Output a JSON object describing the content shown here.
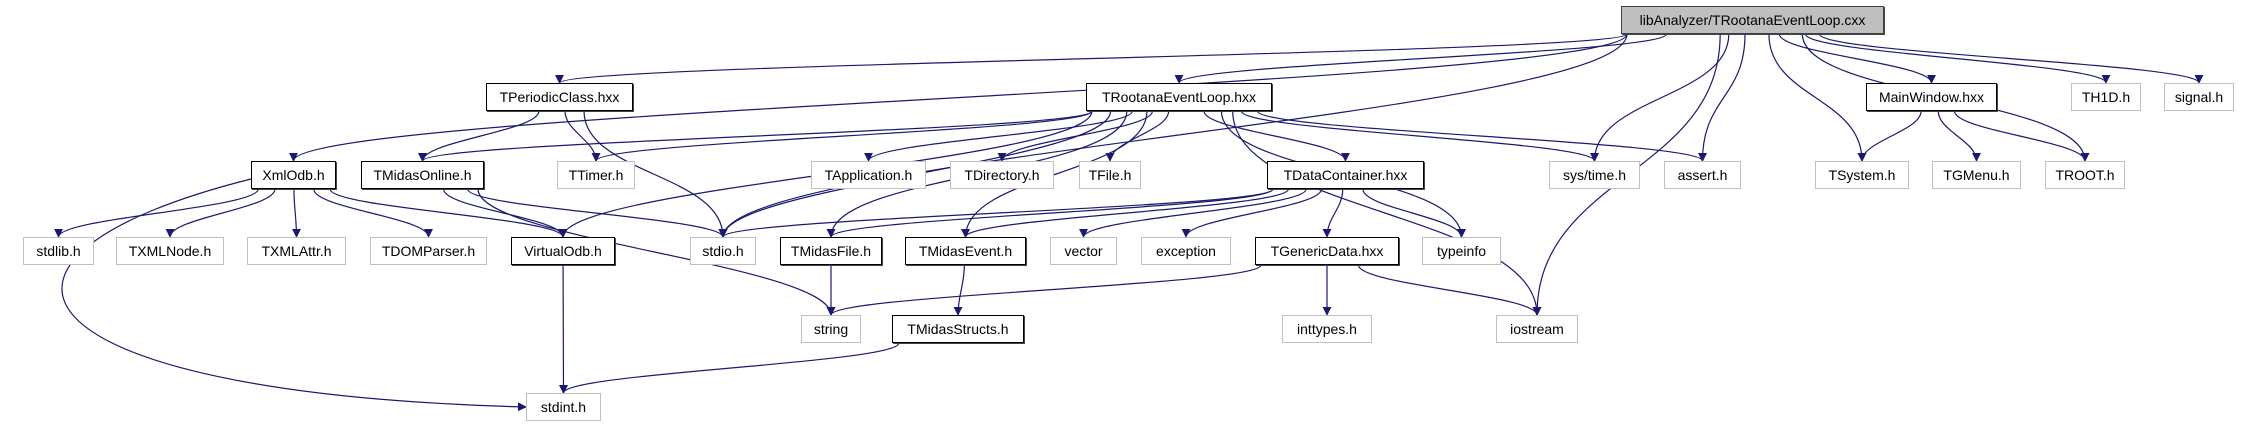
{
  "colors": {
    "edge": "#191970",
    "root_fill": "#bfbfbf",
    "doc_border": "#000000",
    "ext_border": "#bfbfbf"
  },
  "nodes": [
    {
      "id": "root",
      "label": "libAnalyzer/TRootanaEventLoop.cxx",
      "kind": "root"
    },
    {
      "id": "TPeriodicClass",
      "label": "TPeriodicClass.hxx",
      "kind": "doc"
    },
    {
      "id": "TRootanaEventLoop",
      "label": "TRootanaEventLoop.hxx",
      "kind": "doc"
    },
    {
      "id": "MainWindow",
      "label": "MainWindow.hxx",
      "kind": "doc"
    },
    {
      "id": "TH1D",
      "label": "TH1D.h",
      "kind": "ext"
    },
    {
      "id": "signal",
      "label": "signal.h",
      "kind": "ext"
    },
    {
      "id": "XmlOdb",
      "label": "XmlOdb.h",
      "kind": "doc"
    },
    {
      "id": "TMidasOnline",
      "label": "TMidasOnline.h",
      "kind": "doc"
    },
    {
      "id": "TTimer",
      "label": "TTimer.h",
      "kind": "ext"
    },
    {
      "id": "TApplication",
      "label": "TApplication.h",
      "kind": "ext"
    },
    {
      "id": "TDirectory",
      "label": "TDirectory.h",
      "kind": "ext"
    },
    {
      "id": "TFile",
      "label": "TFile.h",
      "kind": "ext"
    },
    {
      "id": "TDataContainer",
      "label": "TDataContainer.hxx",
      "kind": "doc"
    },
    {
      "id": "systime",
      "label": "sys/time.h",
      "kind": "ext"
    },
    {
      "id": "assert",
      "label": "assert.h",
      "kind": "ext"
    },
    {
      "id": "TSystem",
      "label": "TSystem.h",
      "kind": "ext"
    },
    {
      "id": "TGMenu",
      "label": "TGMenu.h",
      "kind": "ext"
    },
    {
      "id": "TROOT",
      "label": "TROOT.h",
      "kind": "ext"
    },
    {
      "id": "stdlib",
      "label": "stdlib.h",
      "kind": "ext"
    },
    {
      "id": "TXMLNode",
      "label": "TXMLNode.h",
      "kind": "ext"
    },
    {
      "id": "TXMLAttr",
      "label": "TXMLAttr.h",
      "kind": "ext"
    },
    {
      "id": "TDOMParser",
      "label": "TDOMParser.h",
      "kind": "ext"
    },
    {
      "id": "VirtualOdb",
      "label": "VirtualOdb.h",
      "kind": "doc"
    },
    {
      "id": "stdio",
      "label": "stdio.h",
      "kind": "ext"
    },
    {
      "id": "TMidasFile",
      "label": "TMidasFile.h",
      "kind": "doc"
    },
    {
      "id": "TMidasEvent",
      "label": "TMidasEvent.h",
      "kind": "doc"
    },
    {
      "id": "vector",
      "label": "vector",
      "kind": "ext"
    },
    {
      "id": "exception",
      "label": "exception",
      "kind": "ext"
    },
    {
      "id": "TGenericData",
      "label": "TGenericData.hxx",
      "kind": "doc"
    },
    {
      "id": "typeinfo",
      "label": "typeinfo",
      "kind": "ext"
    },
    {
      "id": "string",
      "label": "string",
      "kind": "ext"
    },
    {
      "id": "TMidasStructs",
      "label": "TMidasStructs.h",
      "kind": "doc"
    },
    {
      "id": "inttypes",
      "label": "inttypes.h",
      "kind": "ext"
    },
    {
      "id": "iostream",
      "label": "iostream",
      "kind": "ext"
    },
    {
      "id": "stdint",
      "label": "stdint.h",
      "kind": "ext"
    }
  ],
  "edges": [
    [
      "root",
      "XmlOdb"
    ],
    [
      "root",
      "TPeriodicClass"
    ],
    [
      "root",
      "stdio"
    ],
    [
      "root",
      "TRootanaEventLoop"
    ],
    [
      "root",
      "systime"
    ],
    [
      "root",
      "assert"
    ],
    [
      "root",
      "iostream"
    ],
    [
      "root",
      "TSystem"
    ],
    [
      "root",
      "MainWindow"
    ],
    [
      "root",
      "TROOT"
    ],
    [
      "root",
      "TH1D"
    ],
    [
      "root",
      "signal"
    ],
    [
      "TPeriodicClass",
      "TMidasOnline"
    ],
    [
      "TPeriodicClass",
      "TTimer"
    ],
    [
      "TPeriodicClass",
      "stdio"
    ],
    [
      "TRootanaEventLoop",
      "TMidasOnline"
    ],
    [
      "TRootanaEventLoop",
      "TTimer"
    ],
    [
      "TRootanaEventLoop",
      "VirtualOdb"
    ],
    [
      "TRootanaEventLoop",
      "stdio"
    ],
    [
      "TRootanaEventLoop",
      "TApplication"
    ],
    [
      "TRootanaEventLoop",
      "TDirectory"
    ],
    [
      "TRootanaEventLoop",
      "TFile"
    ],
    [
      "TRootanaEventLoop",
      "TDataContainer"
    ],
    [
      "TRootanaEventLoop",
      "TMidasFile"
    ],
    [
      "TRootanaEventLoop",
      "TMidasEvent"
    ],
    [
      "TRootanaEventLoop",
      "systime"
    ],
    [
      "TRootanaEventLoop",
      "assert"
    ],
    [
      "TRootanaEventLoop",
      "typeinfo"
    ],
    [
      "TRootanaEventLoop",
      "iostream"
    ],
    [
      "XmlOdb",
      "stdlib"
    ],
    [
      "XmlOdb",
      "TXMLNode"
    ],
    [
      "XmlOdb",
      "TXMLAttr"
    ],
    [
      "XmlOdb",
      "TDOMParser"
    ],
    [
      "XmlOdb",
      "VirtualOdb"
    ],
    [
      "XmlOdb",
      "stdint"
    ],
    [
      "TMidasOnline",
      "VirtualOdb"
    ],
    [
      "TMidasOnline",
      "stdio"
    ],
    [
      "TMidasOnline",
      "string"
    ],
    [
      "TDataContainer",
      "stdio"
    ],
    [
      "TDataContainer",
      "TMidasFile"
    ],
    [
      "TDataContainer",
      "TMidasEvent"
    ],
    [
      "TDataContainer",
      "vector"
    ],
    [
      "TDataContainer",
      "exception"
    ],
    [
      "TDataContainer",
      "TGenericData"
    ],
    [
      "TDataContainer",
      "typeinfo"
    ],
    [
      "VirtualOdb",
      "stdint"
    ],
    [
      "TMidasFile",
      "string"
    ],
    [
      "TMidasEvent",
      "TMidasStructs"
    ],
    [
      "TGenericData",
      "string"
    ],
    [
      "TGenericData",
      "inttypes"
    ],
    [
      "TGenericData",
      "iostream"
    ],
    [
      "TMidasStructs",
      "stdint"
    ],
    [
      "MainWindow",
      "TSystem"
    ],
    [
      "MainWindow",
      "TGMenu"
    ],
    [
      "MainWindow",
      "TROOT"
    ]
  ]
}
